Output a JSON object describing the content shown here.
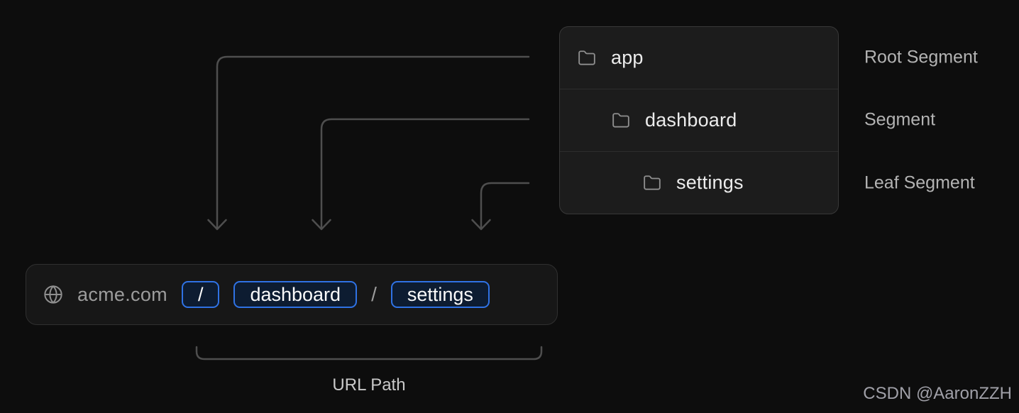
{
  "tree": {
    "rows": [
      {
        "name": "app",
        "annotation": "Root Segment",
        "icon": "folder-icon"
      },
      {
        "name": "dashboard",
        "annotation": "Segment",
        "icon": "folder-icon"
      },
      {
        "name": "settings",
        "annotation": "Leaf Segment",
        "icon": "folder-icon"
      }
    ]
  },
  "url_bar": {
    "icon": "globe-icon",
    "domain": "acme.com",
    "segments": [
      "/",
      "dashboard",
      "settings"
    ],
    "separator": "/"
  },
  "caption": {
    "url_path": "URL Path"
  },
  "watermark": "CSDN @AaronZZH",
  "colors": {
    "background": "#0d0d0d",
    "panel_background": "#1c1c1c",
    "panel_border": "#383838",
    "arrow": "#4e4e4e",
    "segment_chip_border": "#2f72e4",
    "segment_chip_background": "#0d1c31",
    "text_primary": "#ececec",
    "text_muted": "#9c9c9c",
    "annotation_text": "#b3b3b3"
  }
}
